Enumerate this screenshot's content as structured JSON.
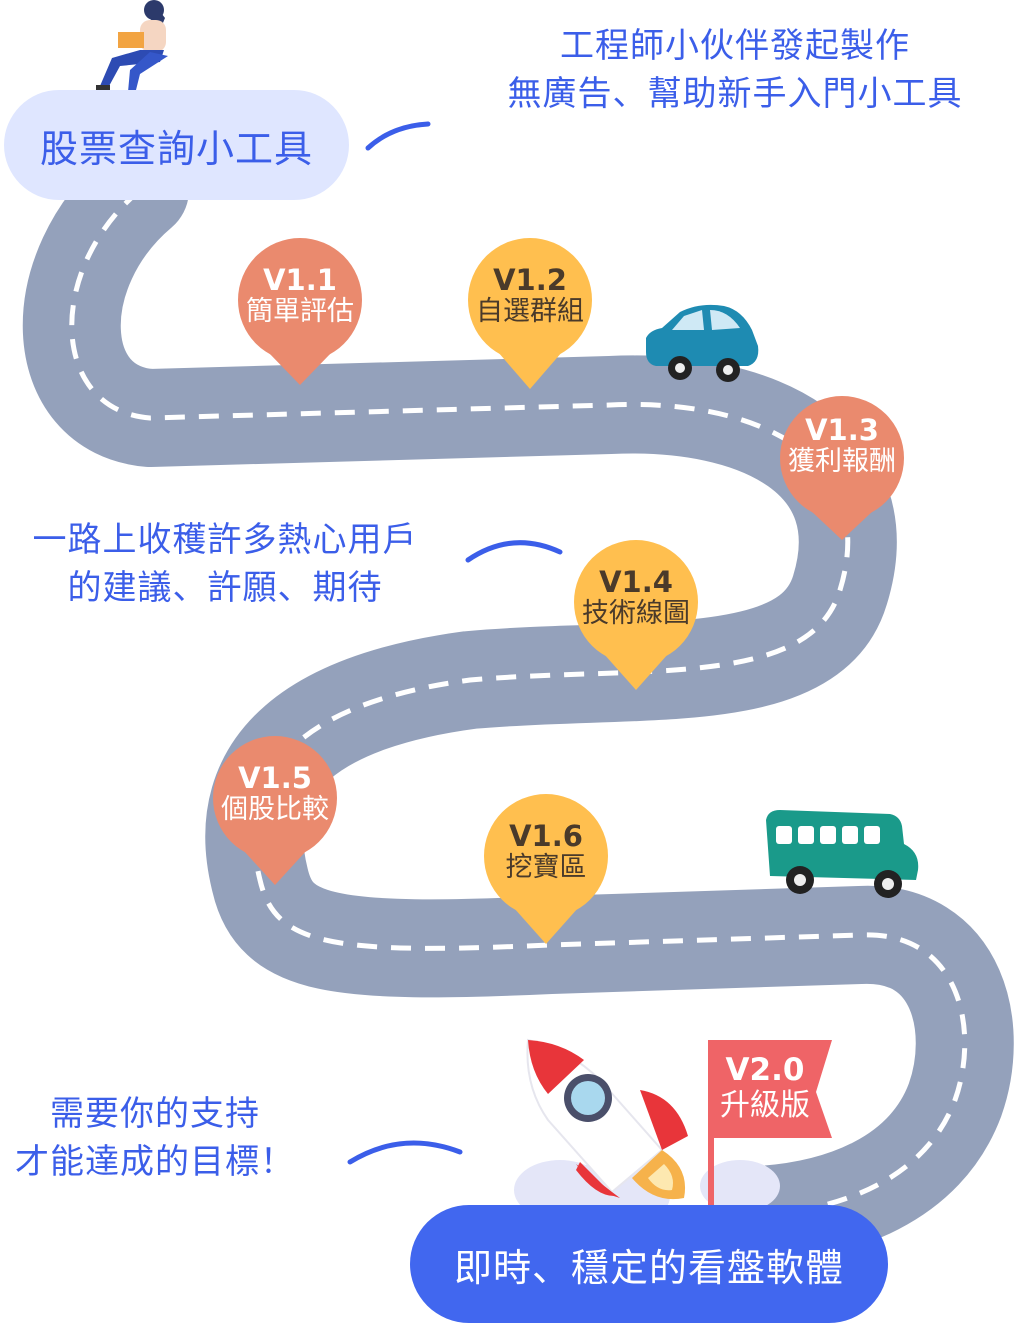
{
  "start_label": "股票查詢小工具",
  "end_label": "即時、穩定的看盤軟體",
  "notes": {
    "top": [
      "工程師小伙伴發起製作",
      "無廣告、幫助新手入門小工具"
    ],
    "middle": [
      "一路上收穫許多熱心用戶",
      "的建議、許願、期待"
    ],
    "bottom": [
      "需要你的支持",
      "才能達成的目標！"
    ]
  },
  "milestones": [
    {
      "version": "V1.1",
      "title": "簡單評估"
    },
    {
      "version": "V1.2",
      "title": "自選群組"
    },
    {
      "version": "V1.3",
      "title": "獲利報酬"
    },
    {
      "version": "V1.4",
      "title": "技術線圖"
    },
    {
      "version": "V1.5",
      "title": "個股比較"
    },
    {
      "version": "V1.6",
      "title": "挖寶區"
    }
  ],
  "goal_flag": {
    "version": "V2.0",
    "title": "升級版"
  },
  "colors": {
    "road": "#94a1bb",
    "coral_pin": "#ea8a6e",
    "yellow_pin": "#ffbf4f",
    "accent_blue": "#3b5ee9",
    "flag": "#ef6467",
    "car": "#1e8bb2",
    "bus": "#1a9a8a"
  },
  "icons": [
    "person-laptop-icon",
    "car-icon",
    "bus-icon",
    "rocket-icon",
    "flag-icon"
  ]
}
